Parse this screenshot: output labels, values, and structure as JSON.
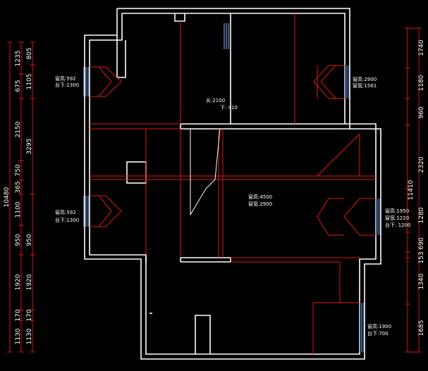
{
  "drawing": {
    "left_outer_total": "10480",
    "right_outer_total": "11410",
    "left_outer_segments": [
      "1235",
      "675",
      "2150",
      "750",
      "365",
      "1100",
      "950",
      "1920",
      "170",
      "1130"
    ],
    "left_inner_segments": [
      "805",
      "1105",
      "3295",
      "950",
      "1920",
      "170",
      "1130"
    ],
    "right_segments": [
      "1740",
      "1180",
      "960",
      "2320",
      "1280",
      "690",
      "153",
      "1340",
      "1685"
    ],
    "notes": {
      "left_top_1": "窗高:592",
      "left_top_2": "台下:1300",
      "left_mid_1": "窗高:592",
      "left_mid_2": "台下:1300",
      "center_top_1": "长:2100",
      "center_top_2": "下: 410",
      "right_top_1": "窗高:2900",
      "right_top_2": "窗宽:1561",
      "center_1": "窗高:4500",
      "center_2": "窗宽:2900",
      "right_mid_1": "窗高:1950",
      "right_mid_2": "窗宽:1220",
      "right_mid_3": "台下: 1200",
      "bottom_right_1": "窗高:1900",
      "bottom_right_2": "台下:700"
    }
  }
}
